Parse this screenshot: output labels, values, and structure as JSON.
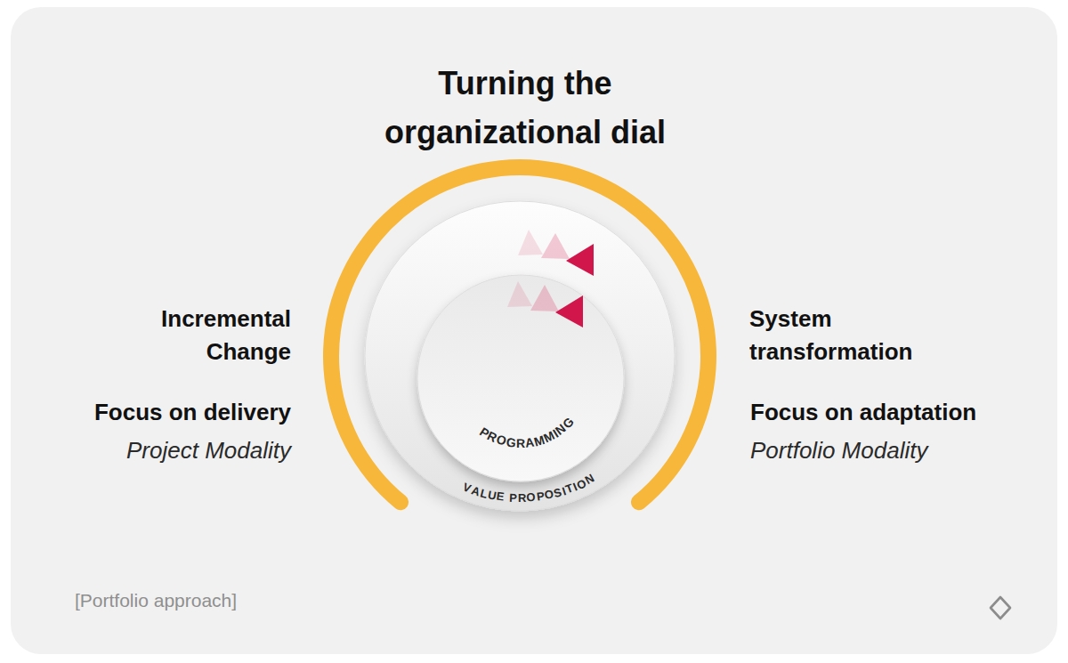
{
  "diagram": {
    "title": "Turning the organizational dial",
    "nodes": [
      {
        "text": [
          "VALUE PROPOSITION"
        ]
      },
      {
        "text": [
          "PROGRAMMING"
        ],
        "in": 0
      }
    ],
    "labels": [
      "Incremental Change",
      "Focus on delivery",
      "Project Modality",
      "System transformation",
      "Focus on adaptation",
      "Portfolio Modality",
      "[Portfolio approach]"
    ]
  }
}
